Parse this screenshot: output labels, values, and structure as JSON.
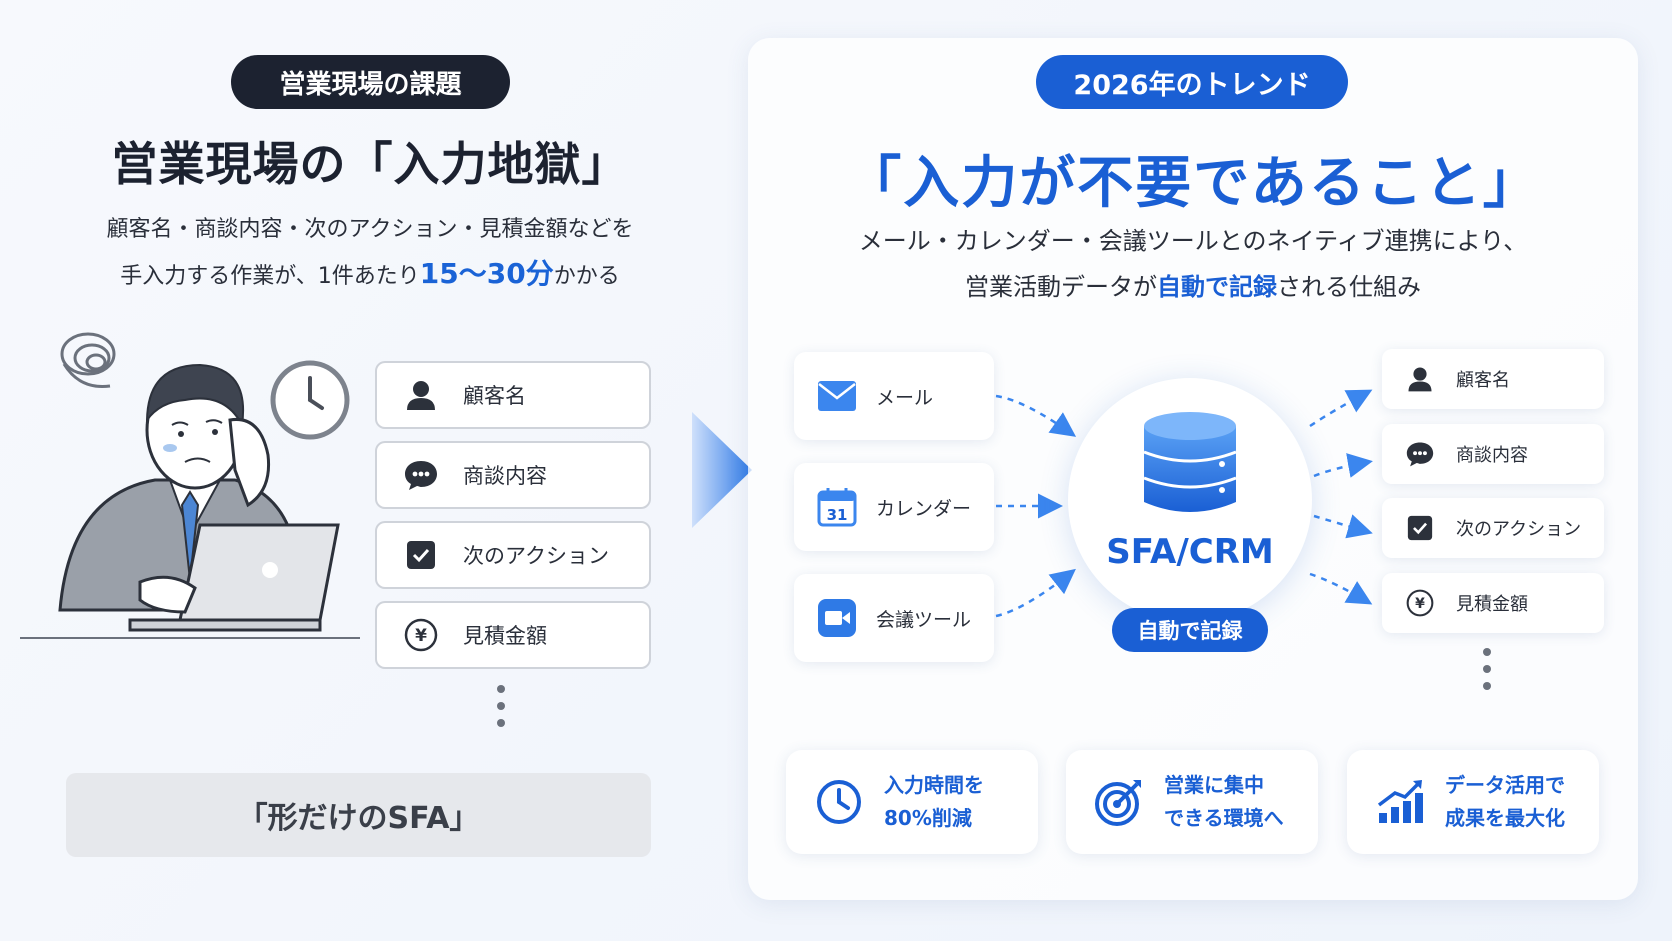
{
  "left": {
    "badge": "営業現場の課題",
    "title": "営業現場の「入力地獄」",
    "desc_line1": "顧客名・商談内容・次のアクション・見積金額などを",
    "desc_line2_pre": "手入力する作業が、1件あたり",
    "desc_line2_hl": "15〜30分",
    "desc_line2_post": "かかる",
    "fields": [
      {
        "label": "顧客名",
        "icon": "person-icon"
      },
      {
        "label": "商談内容",
        "icon": "chat-icon"
      },
      {
        "label": "次のアクション",
        "icon": "checkbox-icon"
      },
      {
        "label": "見積金額",
        "icon": "yen-icon"
      }
    ],
    "bottom": "「形だけのSFA」"
  },
  "right": {
    "badge": "2026年のトレンド",
    "title": "「入力が不要であること」",
    "desc_line1": "メール・カレンダー・会議ツールとのネイティブ連携により、",
    "desc_line2_pre": "営業活動データが",
    "desc_line2_hl": "自動で記録",
    "desc_line2_post": "される仕組み",
    "sources": [
      {
        "label": "メール",
        "icon": "mail-icon"
      },
      {
        "label": "カレンダー",
        "icon": "calendar-icon",
        "badge": "31"
      },
      {
        "label": "会議ツール",
        "icon": "video-icon"
      }
    ],
    "hub": {
      "label": "SFA/CRM",
      "pill": "自動で記録",
      "icon": "database-icon"
    },
    "outputs": [
      {
        "label": "顧客名",
        "icon": "person-icon"
      },
      {
        "label": "商談内容",
        "icon": "chat-icon"
      },
      {
        "label": "次のアクション",
        "icon": "checkbox-icon"
      },
      {
        "label": "見積金額",
        "icon": "yen-icon"
      }
    ],
    "benefits": [
      {
        "line1": "入力時間を",
        "line2": "80%削減",
        "icon": "clock-icon"
      },
      {
        "line1": "営業に集中",
        "line2": "できる環境へ",
        "icon": "target-icon"
      },
      {
        "line1": "データ活用で",
        "line2": "成果を最大化",
        "icon": "growth-chart-icon"
      }
    ]
  },
  "colors": {
    "accent": "#1a5fd4",
    "dark": "#1c2230",
    "muted": "#e6e8ec"
  }
}
